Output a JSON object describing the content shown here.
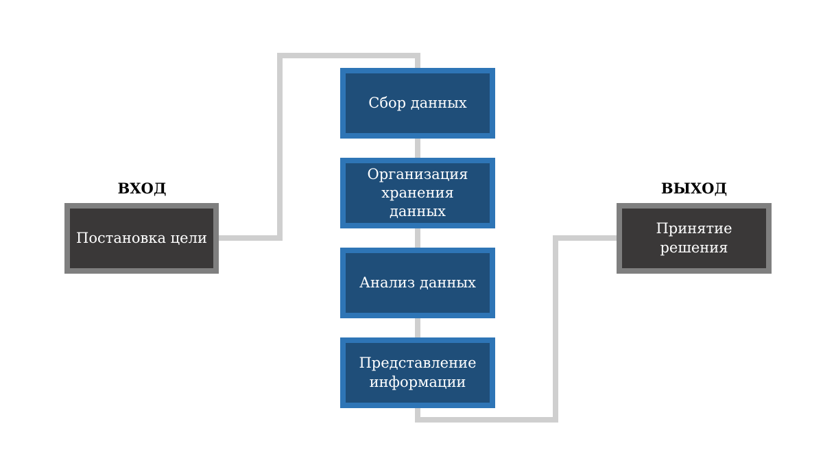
{
  "input": {
    "label": "ВХОД",
    "box_text": "Постановка цели"
  },
  "output": {
    "label": "ВЫХОД",
    "box_text": "Принятие\nрешения"
  },
  "steps": [
    {
      "text": "Сбор данных"
    },
    {
      "text": "Организация\nхранения данных"
    },
    {
      "text": "Анализ данных"
    },
    {
      "text": "Представление\nинформации"
    }
  ],
  "colors": {
    "connector": "#cfcfcf",
    "io_fill": "#3a3838",
    "io_border": "#7f7f7f",
    "step_fill": "#1f4e79",
    "step_border": "#2e75b6",
    "text_light": "#ffffff"
  }
}
